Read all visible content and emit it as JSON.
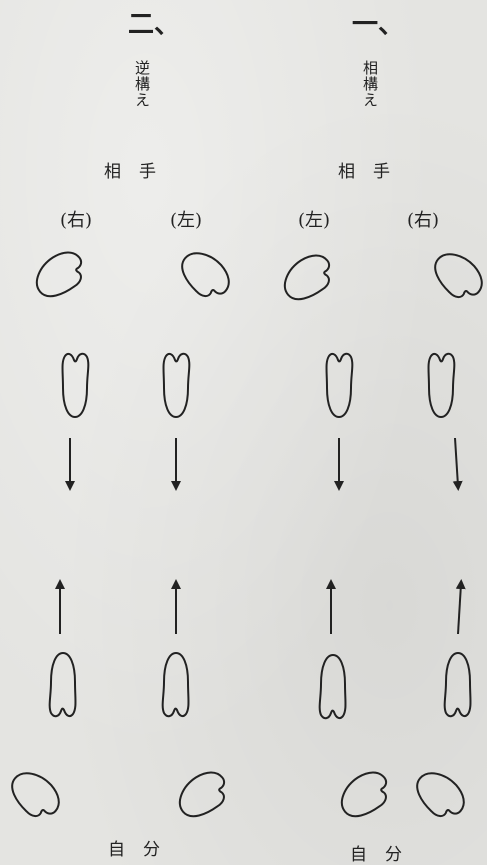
{
  "sections": [
    {
      "number": "二、",
      "title": "逆構え",
      "opponent_label": "相手",
      "self_label": "自分",
      "left_side": "(右)",
      "right_side": "(左)"
    },
    {
      "number": "一、",
      "title": "相構え",
      "opponent_label": "相手",
      "self_label": "自分",
      "left_side": "(左)",
      "right_side": "(右)"
    }
  ],
  "colors": {
    "ink": "#222222",
    "paper": "#e4e4e1"
  }
}
